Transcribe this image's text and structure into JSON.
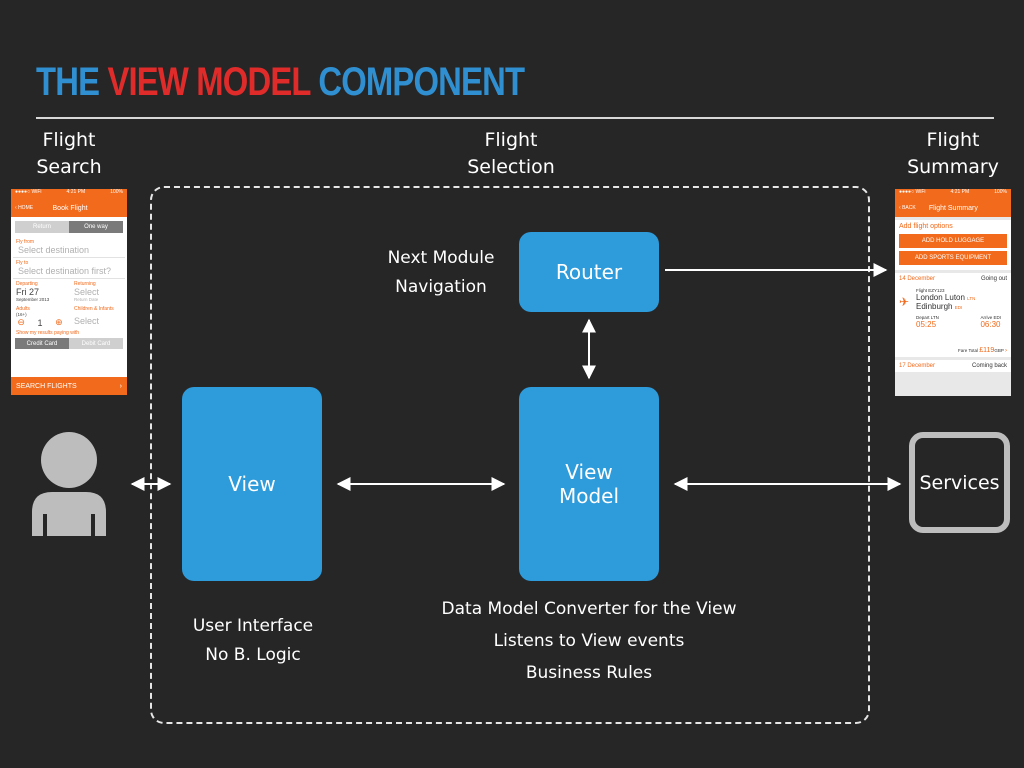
{
  "title": {
    "part1": "THE",
    "part2": "VIEW MODEL",
    "part3": "COMPONENT"
  },
  "columns": {
    "left": [
      "Flight",
      "Search"
    ],
    "center": [
      "Flight",
      "Selection"
    ],
    "right": [
      "Flight",
      "Summary"
    ]
  },
  "boxes": {
    "router": "Router",
    "view": "View",
    "view_model": [
      "View",
      "Model"
    ],
    "services": "Services"
  },
  "router_note": [
    "Next Module",
    "Navigation"
  ],
  "view_note": [
    "User Interface",
    "No B. Logic"
  ],
  "view_model_notes": [
    "Data Model Converter for the View",
    "Listens to View events",
    "Business Rules"
  ],
  "search_phone": {
    "status_left": "●●●●○ WiFi",
    "status_time": "4:21 PM",
    "status_right": "100%",
    "back": "HOME",
    "title": "Book Flight",
    "seg_return": "Return",
    "seg_oneway": "One way",
    "fly_from_label": "Fly from",
    "fly_from_value": "Select destination",
    "fly_to_label": "Fly to",
    "fly_to_value": "Select destination first?",
    "departing_label": "Departing",
    "departing_day": "Fri 27",
    "departing_month": "September 2013",
    "returning_label": "Returning",
    "returning_value": "Select",
    "returning_sub": "Return Date",
    "adults_label": "Adults",
    "adults_sub": "(16+)",
    "adults_count": "1",
    "children_label": "Children & Infants",
    "children_value": "Select",
    "payment_label": "Show my results paying with",
    "pay_credit": "Credit Card",
    "pay_debit": "Debit Card",
    "search_btn": "SEARCH FLIGHTS"
  },
  "summary_phone": {
    "status_left": "●●●●○ WiFi",
    "status_time": "4:21 PM",
    "status_right": "100%",
    "back": "BACK",
    "title": "Flight Summary",
    "options_title": "Add flight options",
    "hold_luggage": "ADD HOLD LUGGAGE",
    "sports_equipment": "ADD SPORTS EQUIPMENT",
    "out_date": "14 December",
    "out_label": "Going out",
    "flight_no": "Flight EZY123",
    "from_city": "London Luton",
    "from_code": "LTN",
    "to_city": "Edinburgh",
    "to_code": "EDI",
    "depart_label": "Depart LTN",
    "depart_time": "05:25",
    "arrive_label": "Arrive EDI",
    "arrive_time": "06:30",
    "fare_label": "Fare Total",
    "fare_value": "£119",
    "fare_suffix": "GBP",
    "back_date": "17 December",
    "back_label": "Coming back"
  },
  "colors": {
    "blue": "#2f8fd0",
    "red": "#e02b2b",
    "box": "#2e9bdb",
    "orange": "#f26a1b",
    "background": "#262626"
  }
}
